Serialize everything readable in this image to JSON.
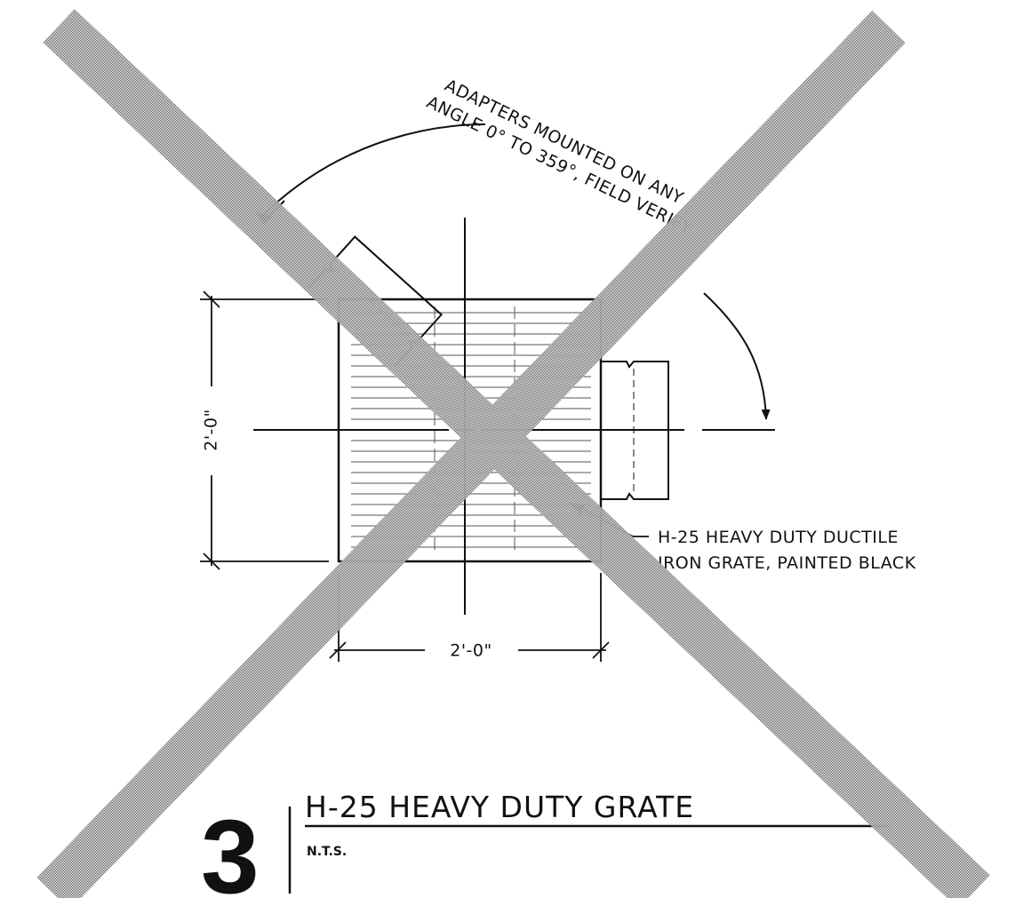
{
  "detail": {
    "number": "3",
    "title": "H-25 HEAVY DUTY GRATE",
    "scale": "N.T.S."
  },
  "notes": {
    "adapter_line1": "ADAPTERS MOUNTED ON ANY",
    "adapter_line2": "ANGLE 0° TO 359°, FIELD VERIFY",
    "grate_line1": "H-25 HEAVY DUTY DUCTILE",
    "grate_line2": "IRON GRATE, PAINTED BLACK"
  },
  "dimensions": {
    "height": "2'-0\"",
    "width": "2'-0\""
  },
  "colors": {
    "line": "#111111",
    "void_cross": "#8a8a8a"
  }
}
